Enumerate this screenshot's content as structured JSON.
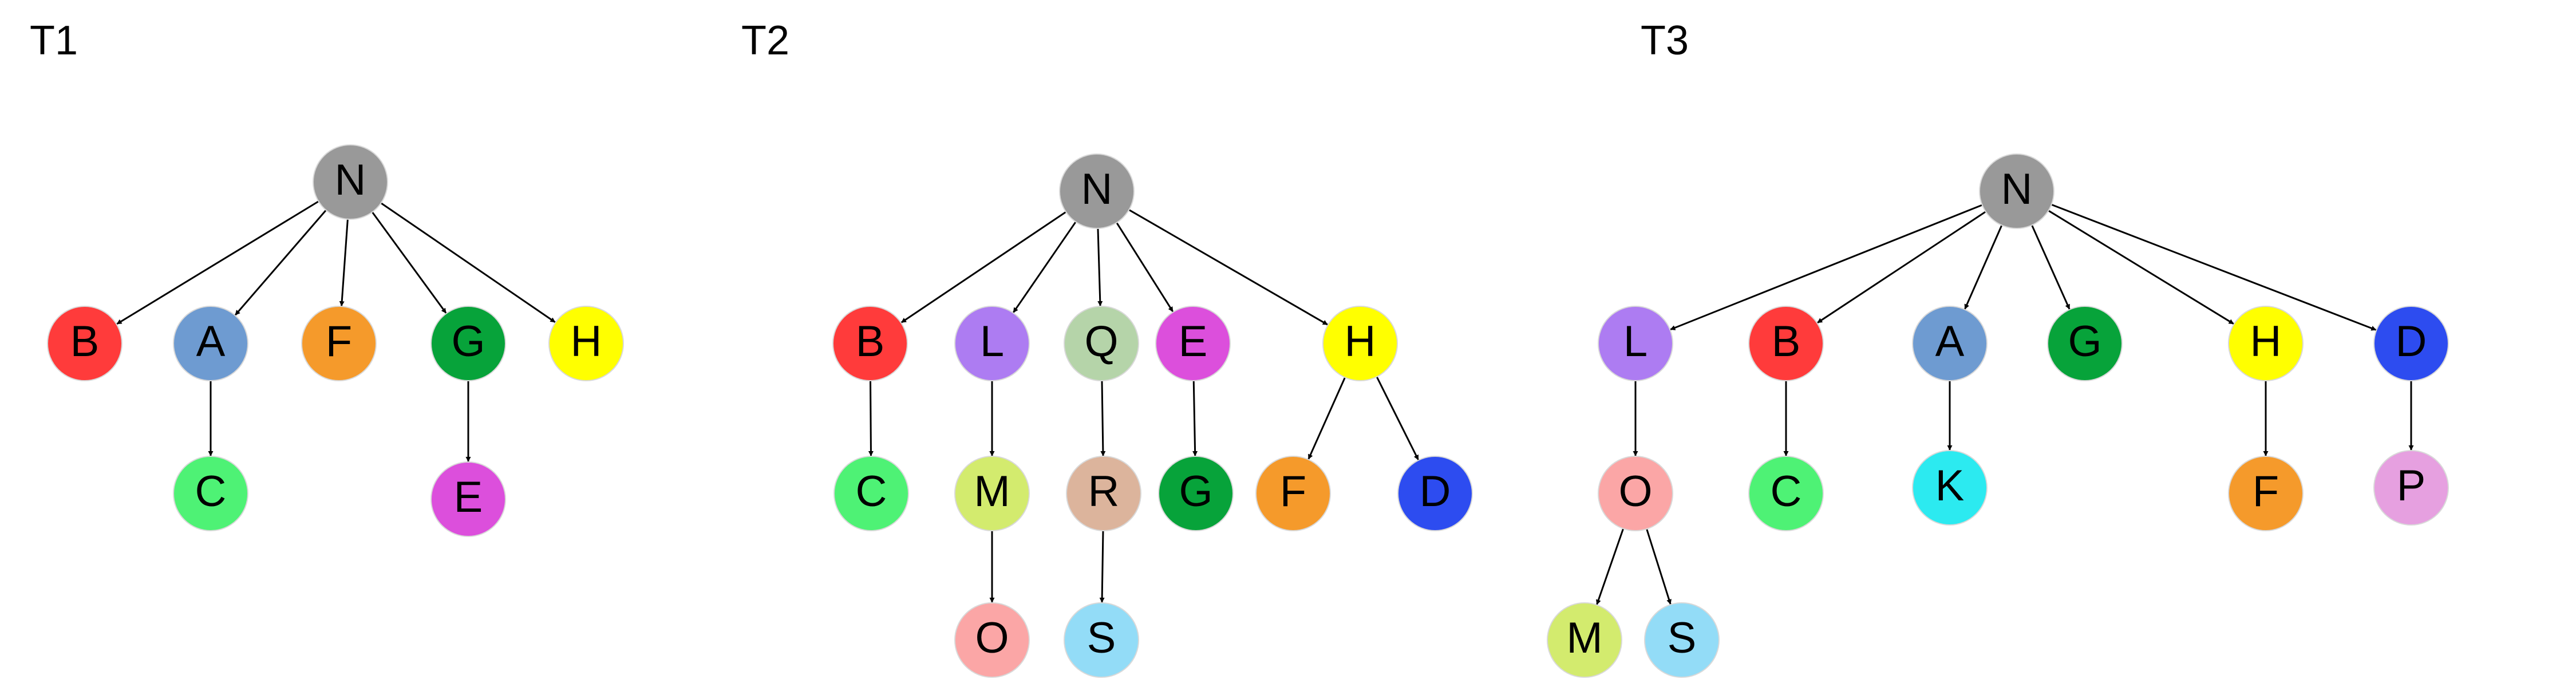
{
  "trees": [
    {
      "title": "T1",
      "nodes": [
        {
          "id": "t1-n",
          "label": "N",
          "color": "#999999"
        },
        {
          "id": "t1-b",
          "label": "B",
          "color": "#ff3b3b"
        },
        {
          "id": "t1-a",
          "label": "A",
          "color": "#6e9bd1"
        },
        {
          "id": "t1-f",
          "label": "F",
          "color": "#f59a2b"
        },
        {
          "id": "t1-g",
          "label": "G",
          "color": "#07a33a"
        },
        {
          "id": "t1-h",
          "label": "H",
          "color": "#ffff00"
        },
        {
          "id": "t1-c",
          "label": "C",
          "color": "#4ef275"
        },
        {
          "id": "t1-e",
          "label": "E",
          "color": "#dc4fdc"
        }
      ],
      "edges": [
        [
          "t1-n",
          "t1-b"
        ],
        [
          "t1-n",
          "t1-a"
        ],
        [
          "t1-n",
          "t1-f"
        ],
        [
          "t1-n",
          "t1-g"
        ],
        [
          "t1-n",
          "t1-h"
        ],
        [
          "t1-a",
          "t1-c"
        ],
        [
          "t1-g",
          "t1-e"
        ]
      ]
    },
    {
      "title": "T2",
      "nodes": [
        {
          "id": "t2-n",
          "label": "N",
          "color": "#999999"
        },
        {
          "id": "t2-b",
          "label": "B",
          "color": "#ff3b3b"
        },
        {
          "id": "t2-l",
          "label": "L",
          "color": "#ad7cf2"
        },
        {
          "id": "t2-q",
          "label": "Q",
          "color": "#b5d4a9"
        },
        {
          "id": "t2-e",
          "label": "E",
          "color": "#dc4fdc"
        },
        {
          "id": "t2-h",
          "label": "H",
          "color": "#ffff00"
        },
        {
          "id": "t2-c",
          "label": "C",
          "color": "#4ef275"
        },
        {
          "id": "t2-m",
          "label": "M",
          "color": "#d3eb6e"
        },
        {
          "id": "t2-r",
          "label": "R",
          "color": "#dcb49c"
        },
        {
          "id": "t2-g",
          "label": "G",
          "color": "#07a33a"
        },
        {
          "id": "t2-f",
          "label": "F",
          "color": "#f59a2b"
        },
        {
          "id": "t2-d",
          "label": "D",
          "color": "#2d4cf0"
        },
        {
          "id": "t2-o",
          "label": "O",
          "color": "#fba6a6"
        },
        {
          "id": "t2-s",
          "label": "S",
          "color": "#93dcf7"
        }
      ],
      "edges": [
        [
          "t2-n",
          "t2-b"
        ],
        [
          "t2-n",
          "t2-l"
        ],
        [
          "t2-n",
          "t2-q"
        ],
        [
          "t2-n",
          "t2-e"
        ],
        [
          "t2-n",
          "t2-h"
        ],
        [
          "t2-b",
          "t2-c"
        ],
        [
          "t2-l",
          "t2-m"
        ],
        [
          "t2-q",
          "t2-r"
        ],
        [
          "t2-e",
          "t2-g"
        ],
        [
          "t2-h",
          "t2-f"
        ],
        [
          "t2-h",
          "t2-d"
        ],
        [
          "t2-m",
          "t2-o"
        ],
        [
          "t2-r",
          "t2-s"
        ]
      ]
    },
    {
      "title": "T3",
      "nodes": [
        {
          "id": "t3-n",
          "label": "N",
          "color": "#999999"
        },
        {
          "id": "t3-l",
          "label": "L",
          "color": "#ad7cf2"
        },
        {
          "id": "t3-b",
          "label": "B",
          "color": "#ff3b3b"
        },
        {
          "id": "t3-a",
          "label": "A",
          "color": "#6e9bd1"
        },
        {
          "id": "t3-g",
          "label": "G",
          "color": "#07a33a"
        },
        {
          "id": "t3-h",
          "label": "H",
          "color": "#ffff00"
        },
        {
          "id": "t3-d",
          "label": "D",
          "color": "#2d4cf0"
        },
        {
          "id": "t3-o",
          "label": "O",
          "color": "#fba6a6"
        },
        {
          "id": "t3-c",
          "label": "C",
          "color": "#4ef275"
        },
        {
          "id": "t3-k",
          "label": "K",
          "color": "#2ceaf0"
        },
        {
          "id": "t3-f",
          "label": "F",
          "color": "#f59a2b"
        },
        {
          "id": "t3-p",
          "label": "P",
          "color": "#e6a0e0"
        },
        {
          "id": "t3-m",
          "label": "M",
          "color": "#d3eb6e"
        },
        {
          "id": "t3-s",
          "label": "S",
          "color": "#93dcf7"
        }
      ],
      "edges": [
        [
          "t3-n",
          "t3-l"
        ],
        [
          "t3-n",
          "t3-b"
        ],
        [
          "t3-n",
          "t3-a"
        ],
        [
          "t3-n",
          "t3-g"
        ],
        [
          "t3-n",
          "t3-h"
        ],
        [
          "t3-n",
          "t3-d"
        ],
        [
          "t3-l",
          "t3-o"
        ],
        [
          "t3-b",
          "t3-c"
        ],
        [
          "t3-a",
          "t3-k"
        ],
        [
          "t3-h",
          "t3-f"
        ],
        [
          "t3-d",
          "t3-p"
        ],
        [
          "t3-o",
          "t3-m"
        ],
        [
          "t3-o",
          "t3-s"
        ]
      ]
    }
  ]
}
